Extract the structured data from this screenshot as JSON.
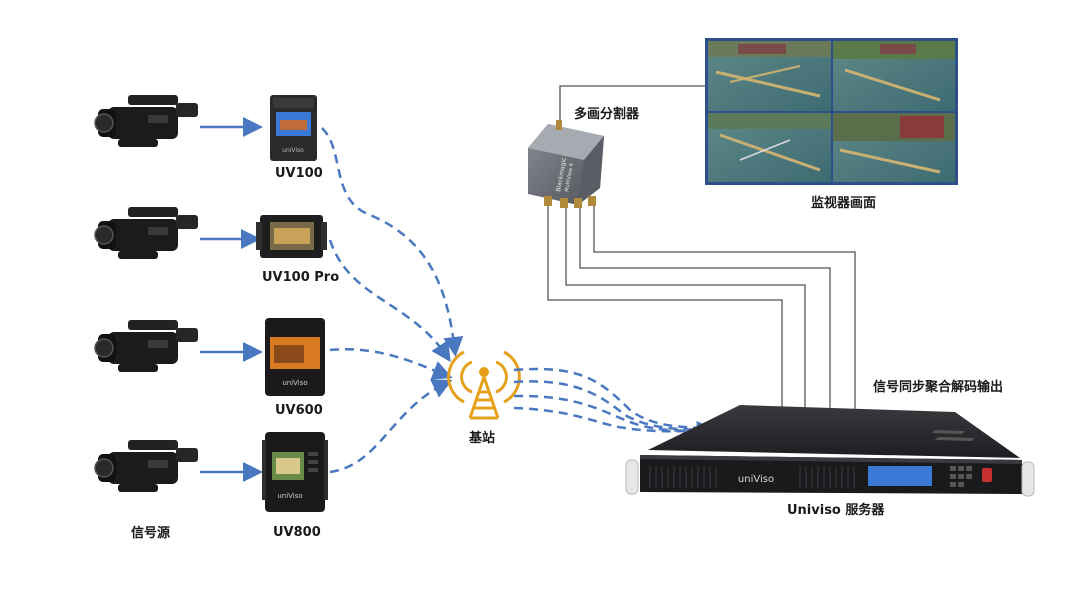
{
  "labels": {
    "uv100": "UV100",
    "uv100pro": "UV100 Pro",
    "uv600": "UV600",
    "uv800": "UV800",
    "signal_source": "信号源",
    "base_station": "基站",
    "multiviewer": "多画分割器",
    "monitor": "监视器画面",
    "sync_output": "信号同步聚合解码输出",
    "server": "Univiso 服务器"
  },
  "device_text": {
    "encoder_logo": "uniViso",
    "multiviewer_brand": "Blackmagic",
    "multiviewer_model": "MultiView 4",
    "server_logo": "uniViso"
  },
  "colors": {
    "arrow": "#4a78c0",
    "wire": "#555555",
    "antenna": "#e6a11c",
    "device_dark": "#1c1c1e",
    "lcd": "#3a79d6"
  }
}
